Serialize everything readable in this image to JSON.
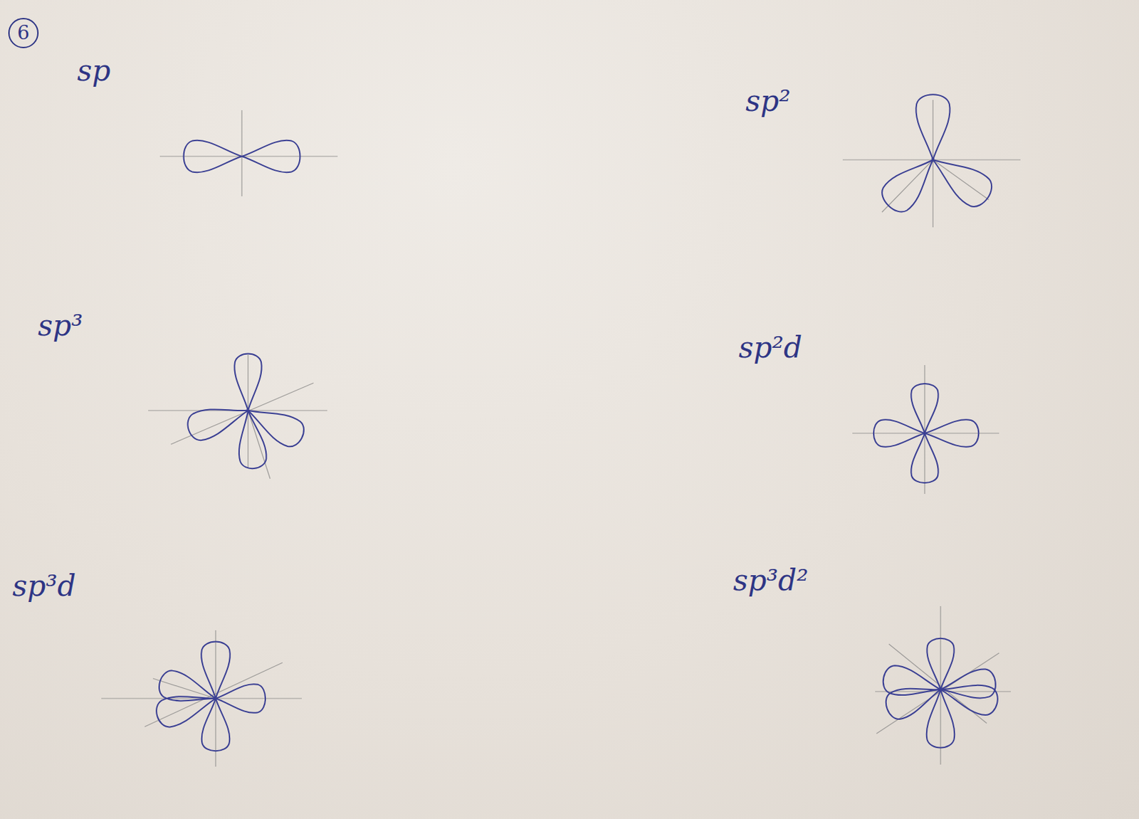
{
  "diagram": {
    "labels": [
      "6",
      "sp",
      "sp²",
      "sp³",
      "sp²d",
      "sp³d",
      "sp³d²"
    ]
  }
}
